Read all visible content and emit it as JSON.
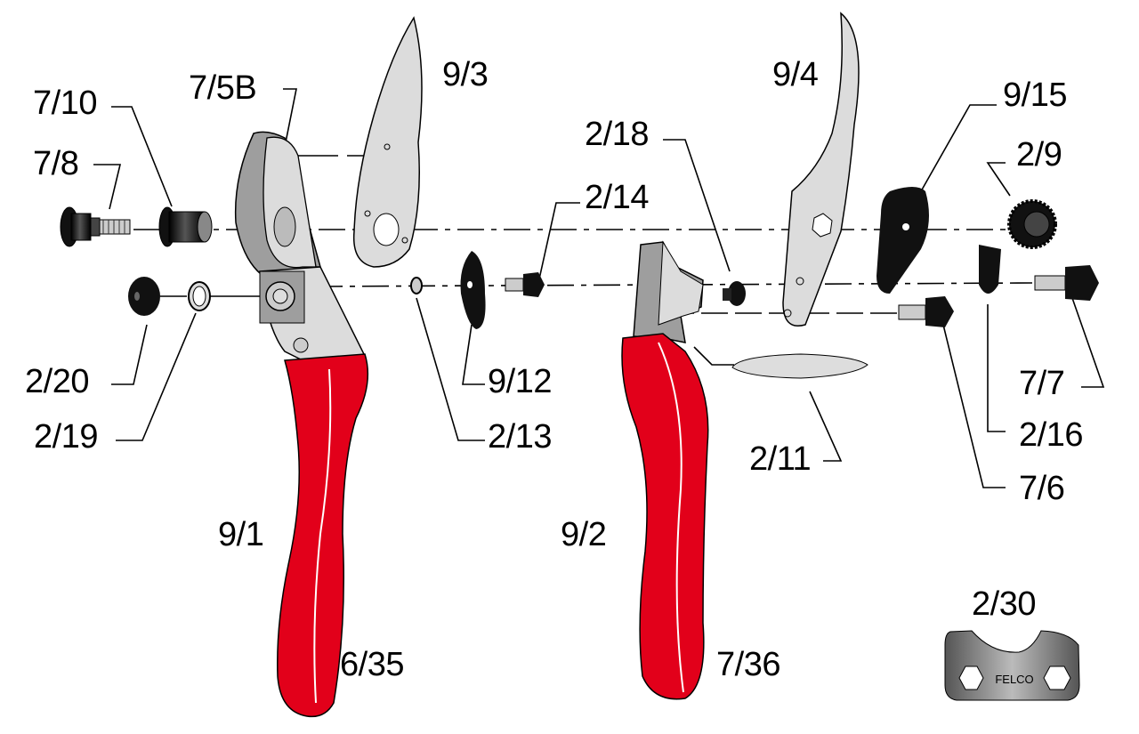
{
  "diagram": {
    "title": "Pruning shears exploded parts diagram",
    "colors": {
      "handle_red": "#E2001A",
      "metal_light": "#DCDCDC",
      "metal_dark": "#9E9E9E",
      "black_part": "#111111",
      "line": "#000000"
    },
    "labels": {
      "p7_10": "7/10",
      "p7_5B": "7/5B",
      "p9_3": "9/3",
      "p7_8": "7/8",
      "p2_14": "2/14",
      "p2_20": "2/20",
      "p2_19": "2/19",
      "p9_12": "9/12",
      "p2_13": "2/13",
      "p9_1": "9/1",
      "p6_35": "6/35",
      "p9_4": "9/4",
      "p9_15": "9/15",
      "p2_18": "2/18",
      "p2_9": "2/9",
      "p7_7": "7/7",
      "p2_16": "2/16",
      "p2_11": "2/11",
      "p7_6": "7/6",
      "p9_2": "9/2",
      "p7_36": "7/36",
      "p2_30": "2/30"
    },
    "wrench_logo": "FELCO"
  }
}
